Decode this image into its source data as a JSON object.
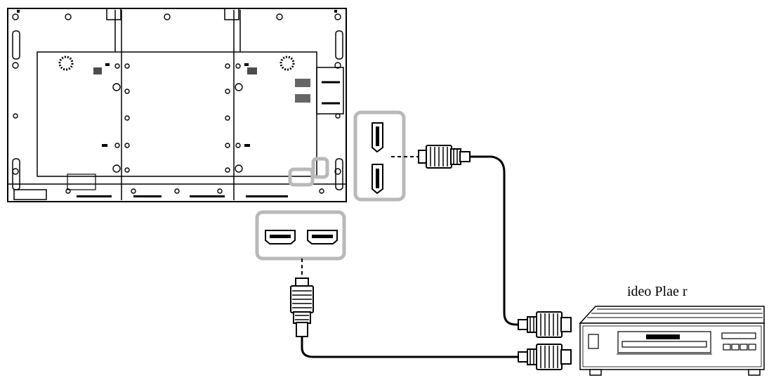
{
  "diagram": {
    "device_label": "ideo Plae r",
    "highlight_color": "#b9b9b9",
    "line_color": "#000000",
    "panels": [
      "display-back-panel",
      "hdmi-port-panel-vertical",
      "hdmi-port-panel-horizontal",
      "video-player"
    ],
    "cables": [
      "hdmi-cable-top",
      "hdmi-cable-bottom"
    ]
  }
}
